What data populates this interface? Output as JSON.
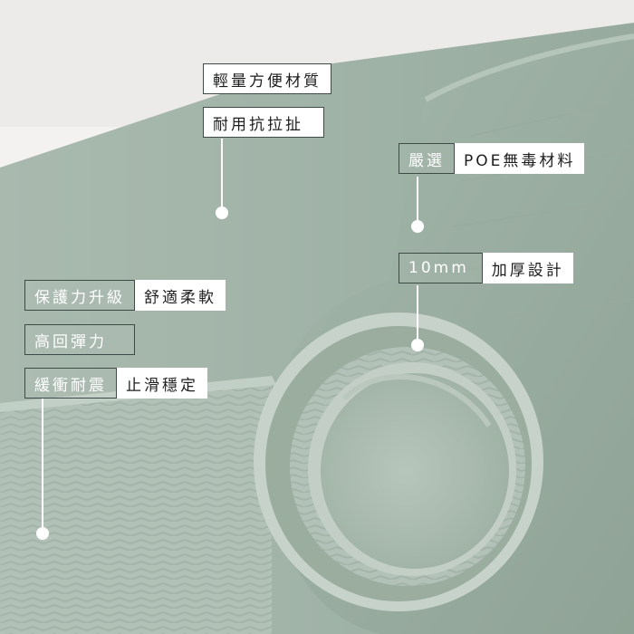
{
  "labels": {
    "top1": "輕量方便材質",
    "top2": "耐用抗拉扯",
    "right1_key": "嚴選",
    "right1_val": "POE無毒材料",
    "right2_key": "10mm",
    "right2_val": "加厚設計",
    "left1_key": "保護力升級",
    "left1_val": "舒適柔軟",
    "left2": "高回彈力",
    "left3_key": "緩衝耐震",
    "left3_val": "止滑穩定"
  },
  "colors": {
    "mat_green": "#a5b7ab",
    "mat_dark": "#8ea397",
    "background": "#f2f1ef",
    "label_border": "#3e4a45"
  }
}
